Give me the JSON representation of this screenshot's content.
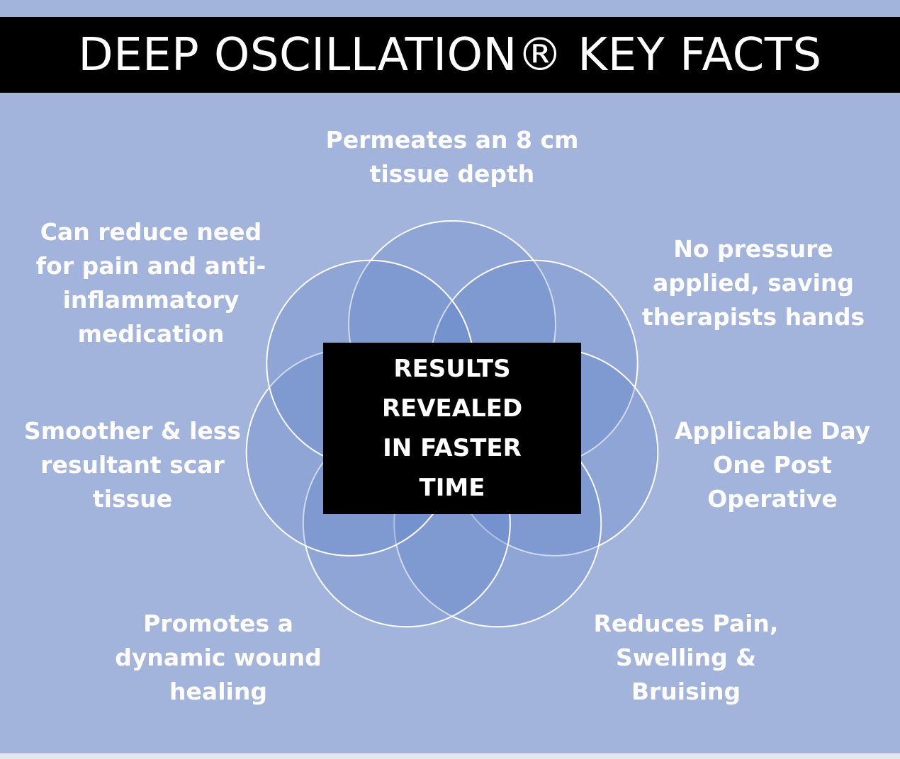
{
  "title": "DEEP OSCILLATION® KEY FACTS",
  "center": [
    "RESULTS",
    "REVEALED",
    "IN FASTER",
    "TIME"
  ],
  "facts": {
    "top": [
      "Permeates an 8 cm",
      "tissue depth"
    ],
    "upper_left": [
      "Can reduce need",
      "for pain and anti-",
      "inflammatory",
      "medication"
    ],
    "upper_right": [
      "No pressure",
      "applied, saving",
      "therapists hands"
    ],
    "mid_left": [
      "Smoother & less",
      "resultant scar",
      "tissue"
    ],
    "mid_right": [
      "Applicable Day",
      "One Post",
      "Operative"
    ],
    "lower_left": [
      "Promotes a",
      "dynamic wound",
      "healing"
    ],
    "lower_right": [
      "Reduces Pain,",
      "Swelling &",
      "Bruising"
    ]
  },
  "colors": {
    "background": "#a2b4dc",
    "banner": "#000000",
    "circle_fill": "#5a7cc6",
    "circle_stroke": "#ffffff",
    "text": "#ffffff"
  }
}
